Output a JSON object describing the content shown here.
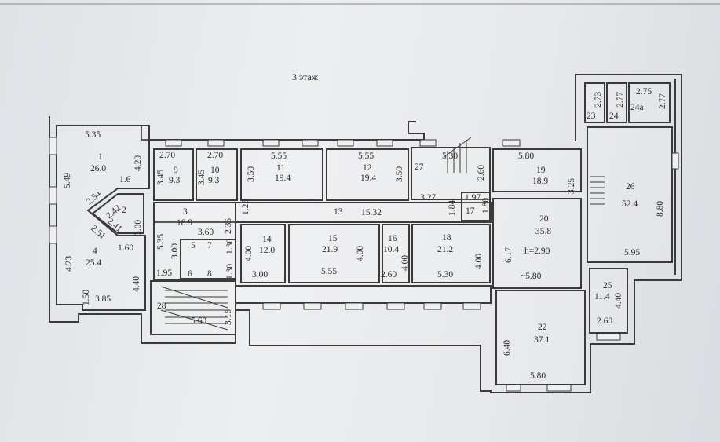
{
  "title": "3 этаж",
  "rooms": [
    {
      "num": "1",
      "area": "26.0"
    },
    {
      "num": "2",
      "area": ""
    },
    {
      "num": "3",
      "area": "18.9"
    },
    {
      "num": "4",
      "area": "25.4"
    },
    {
      "num": "5"
    },
    {
      "num": "6"
    },
    {
      "num": "7"
    },
    {
      "num": "8"
    },
    {
      "num": "9",
      "area": "9.3"
    },
    {
      "num": "10",
      "area": "9.3"
    },
    {
      "num": "11",
      "area": "19.4"
    },
    {
      "num": "12",
      "area": "19.4"
    },
    {
      "num": "13",
      "area": "15.32"
    },
    {
      "num": "14",
      "area": "12.0"
    },
    {
      "num": "15",
      "area": "21.9"
    },
    {
      "num": "16",
      "area": "10.4"
    },
    {
      "num": "17"
    },
    {
      "num": "18",
      "area": "21.2"
    },
    {
      "num": "19",
      "area": "18.9"
    },
    {
      "num": "20",
      "area": "35.8",
      "height": "h=2.90"
    },
    {
      "num": "22",
      "area": "37.1"
    },
    {
      "num": "23"
    },
    {
      "num": "24"
    },
    {
      "num": "24a"
    },
    {
      "num": "25",
      "area": "11.4"
    },
    {
      "num": "26",
      "area": "52.4"
    },
    {
      "num": "27"
    },
    {
      "num": "28"
    }
  ],
  "dims": [
    "5.35",
    "5.49",
    "4.20",
    "1.6",
    "2.54",
    "2.42",
    "2.41",
    "3.00",
    "2.51",
    "1.60",
    "4.23",
    "4.40",
    "1.50",
    "3.85",
    "2.70",
    "3.45",
    "2.70",
    "3.45",
    "5.55",
    "3.50",
    "5.55",
    "3.50",
    "5.30",
    "2.60",
    "3.27",
    "1.84",
    "1.97",
    "1.80",
    "1.25",
    "3.60",
    "2.35",
    "5.35",
    "1.30",
    "3.00",
    "1.95",
    "1.30",
    "5.60",
    "3.15",
    "4.00",
    "3.00",
    "4.00",
    "5.55",
    "4.00",
    "2.60",
    "4.00",
    "5.30",
    "5.80",
    "3.25",
    "6.17",
    "~5.80",
    "6.40",
    "5.80",
    "8.80",
    "5.95",
    "4.40",
    "2.60",
    "2.75",
    "2.77",
    "2.73",
    "2.77"
  ]
}
